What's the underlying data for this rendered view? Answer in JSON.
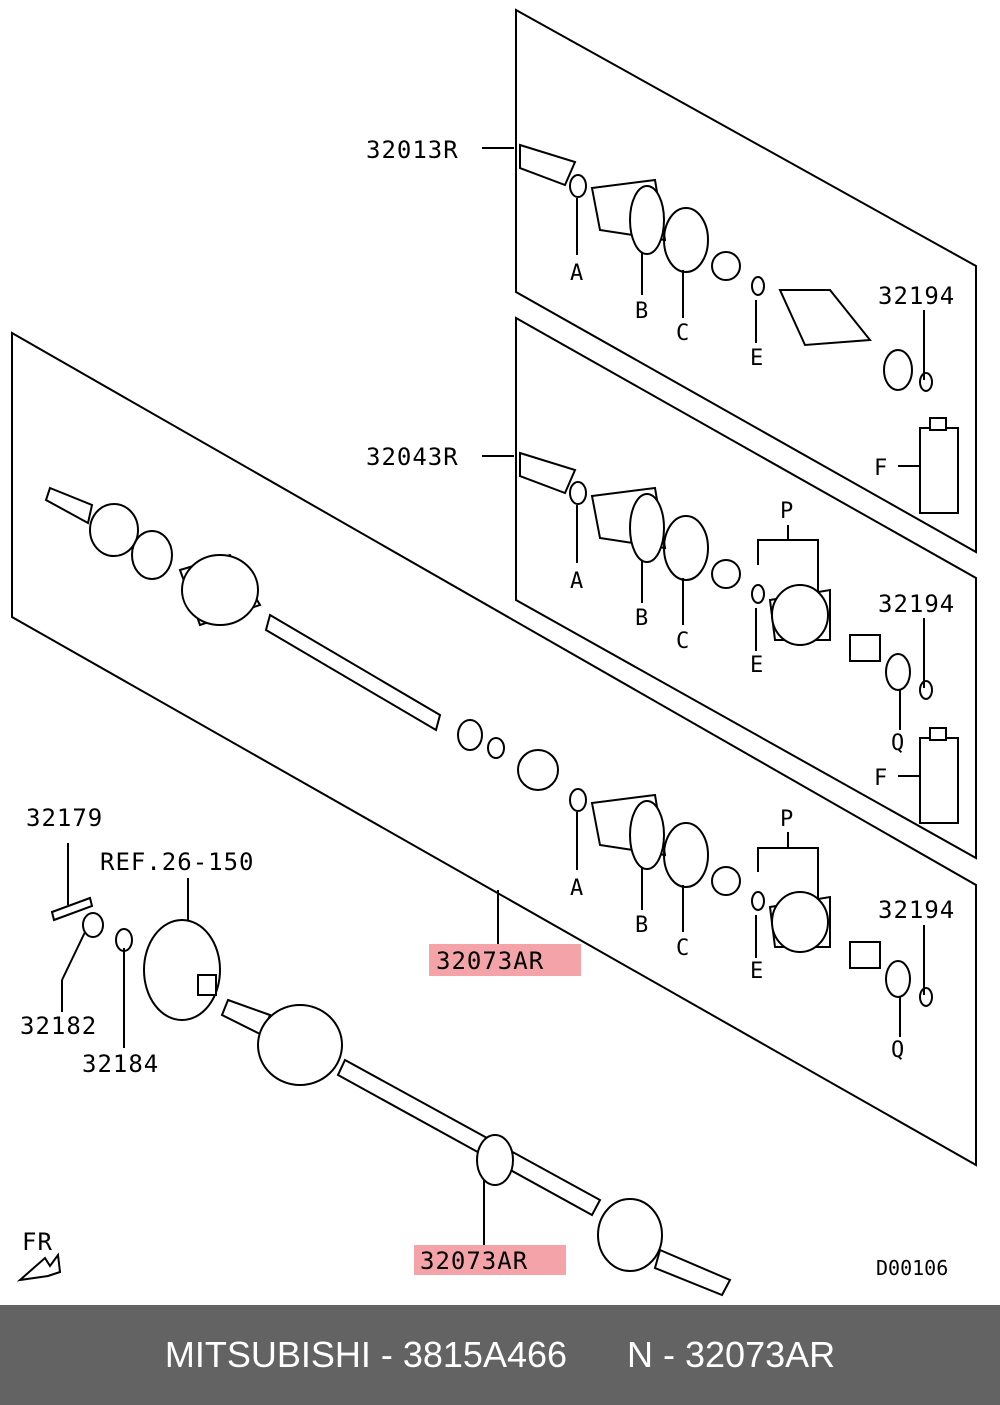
{
  "callouts": {
    "kit_32013R": "32013R",
    "kit_32043R": "32043R",
    "p_32194_a": "32194",
    "p_32194_b": "32194",
    "p_32194_c": "32194",
    "p_32179": "32179",
    "ref_hub": "REF.26-150",
    "p_32182": "32182",
    "p_32184": "32184",
    "shaft_upper": "32073AR",
    "shaft_lower": "32073AR",
    "diagram_id": "D00106",
    "front_marker": "FR"
  },
  "letters": {
    "a": "A",
    "b": "B",
    "c": "C",
    "e": "E",
    "f": "F",
    "p": "P",
    "q": "Q"
  },
  "colors": {
    "highlight": "#f4a3a8",
    "footer_bg": "#636363",
    "footer_text": "#ffffff"
  },
  "footer": {
    "brand": "MITSUBISHI",
    "part_number": "3815A466",
    "diagram_ref": "N - 32073AR",
    "text": "MITSUBISHI - 3815A466      N - 32073AR"
  }
}
